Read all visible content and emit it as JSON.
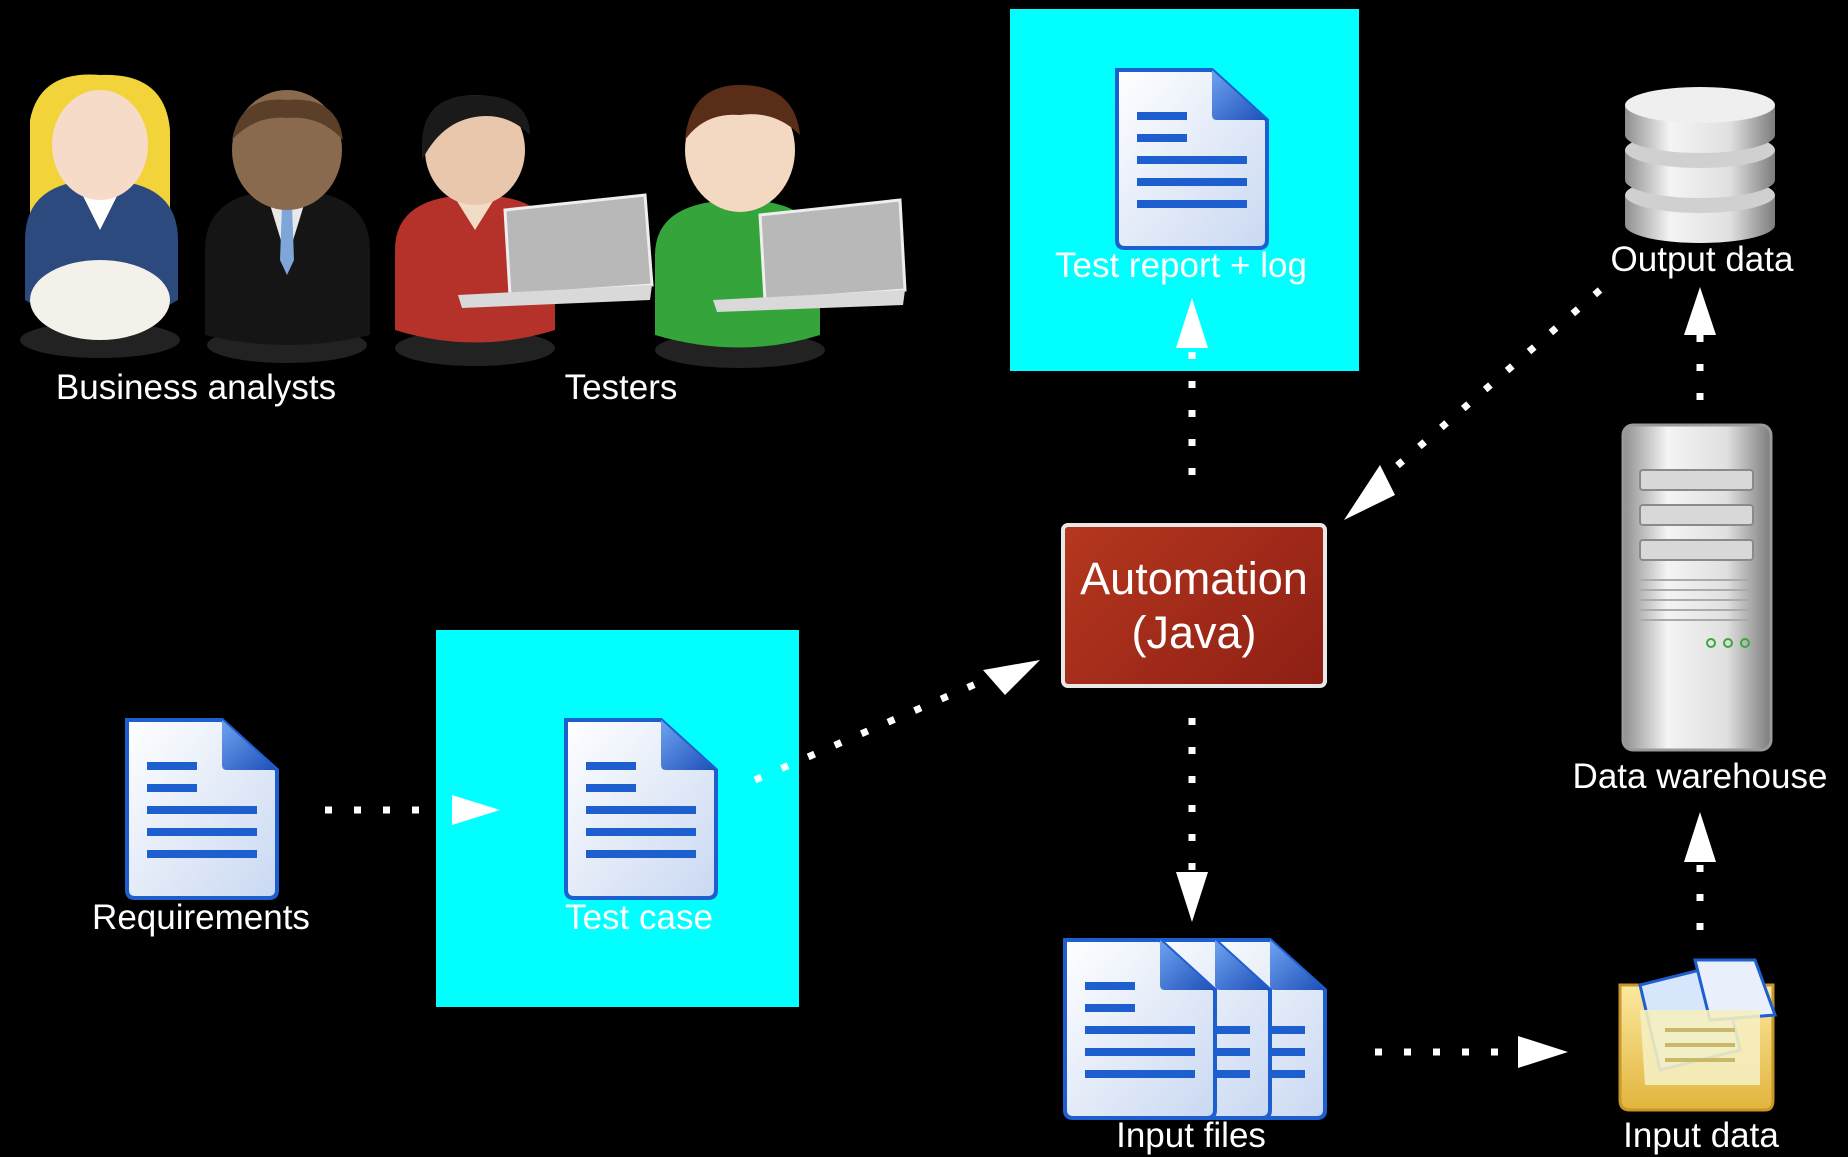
{
  "colors": {
    "background": "#000000",
    "highlight": "#00ffff",
    "automation_box": "#a42a1a",
    "document_blue": "#1e5fd0",
    "arrow": "#ffffff"
  },
  "labels": {
    "business_analysts": "Business analysts",
    "testers": "Testers",
    "test_report": "Test report + log",
    "output_data": "Output data",
    "automation_line1": "Automation",
    "automation_line2": "(Java)",
    "requirements": "Requirements",
    "test_case": "Test case",
    "data_warehouse": "Data warehouse",
    "input_files": "Input files",
    "input_data": "Input data"
  },
  "icons": {
    "business_analysts": [
      "woman-blonde-icon",
      "man-suit-icon"
    ],
    "testers": [
      "woman-laptop-icon",
      "man-laptop-icon"
    ],
    "test_report": "document-icon",
    "output_data": "database-icon",
    "requirements": "document-icon",
    "test_case": "document-icon",
    "data_warehouse": "server-icon",
    "input_files": "documents-stack-icon",
    "input_data": "folder-icon"
  },
  "flows": [
    {
      "from": "requirements",
      "to": "test_case"
    },
    {
      "from": "test_case",
      "to": "automation"
    },
    {
      "from": "automation",
      "to": "test_report"
    },
    {
      "from": "automation",
      "to": "input_files"
    },
    {
      "from": "input_files",
      "to": "input_data"
    },
    {
      "from": "input_data",
      "to": "data_warehouse"
    },
    {
      "from": "data_warehouse",
      "to": "output_data"
    },
    {
      "from": "output_data",
      "to": "automation"
    }
  ]
}
